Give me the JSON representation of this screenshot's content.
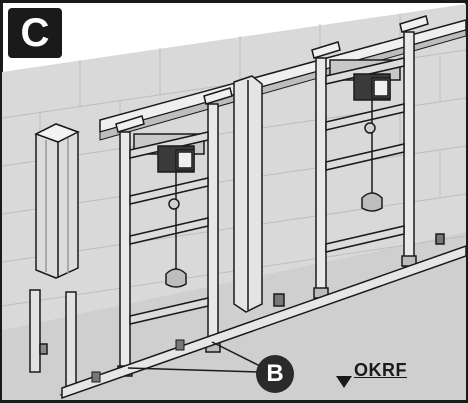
{
  "panel": {
    "label": "C"
  },
  "callout": {
    "label": "B"
  },
  "level_marker": {
    "label": "OKRF"
  },
  "colors": {
    "frame": "#1a1a1a",
    "wall": "#d6d6d6",
    "floor": "#c9c9c9",
    "steel": "#e8e8e8"
  },
  "icons": [
    "profile-rail-icon",
    "wall-frame-module-icon",
    "okrf-level-arrow-icon"
  ]
}
